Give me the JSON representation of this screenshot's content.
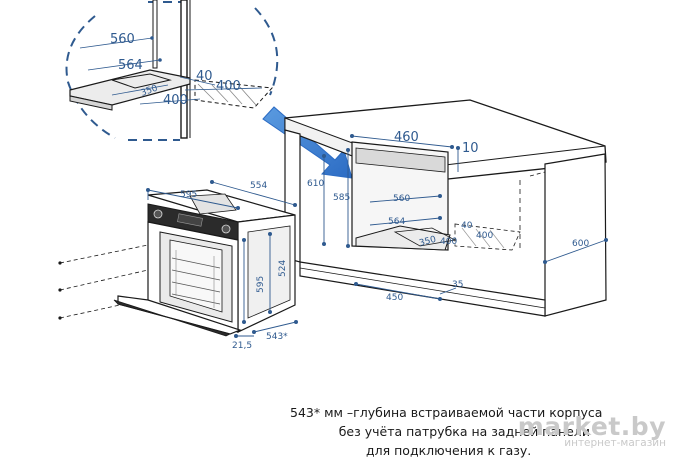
{
  "diagram": {
    "detail_labels": {
      "depth_560": "560",
      "depth_564": "564",
      "vent_40": "40",
      "vent_400": "400",
      "bottom_350": "350",
      "bottom_400": "400"
    },
    "oven_labels": {
      "width_595": "595",
      "width_554": "554",
      "height_595": "595",
      "height_524": "524",
      "depth_543": "543*",
      "bottom_21_5": "21,5"
    },
    "cabinet_labels": {
      "width_460": "460",
      "offset_10": "10",
      "height_610": "610",
      "height_585": "585",
      "depth_560": "560",
      "depth_564": "564",
      "vent_40": "40",
      "vent_400": "400",
      "bottom_350": "350",
      "bottom_400": "400",
      "depth_600": "600",
      "base_450": "450",
      "base_35": "35"
    }
  },
  "caption": {
    "key": "543* мм –",
    "lines": [
      "глубина встраиваемой части корпуса",
      "без учёта патрубка на задней панели",
      "для подключения к газу."
    ]
  },
  "watermark": {
    "brand": "market.by",
    "sub": "интернет-магазин"
  },
  "colors": {
    "dimension": "#2f5a8f",
    "arrow": "#3a7bd5",
    "lines": "#1a1a1a"
  }
}
